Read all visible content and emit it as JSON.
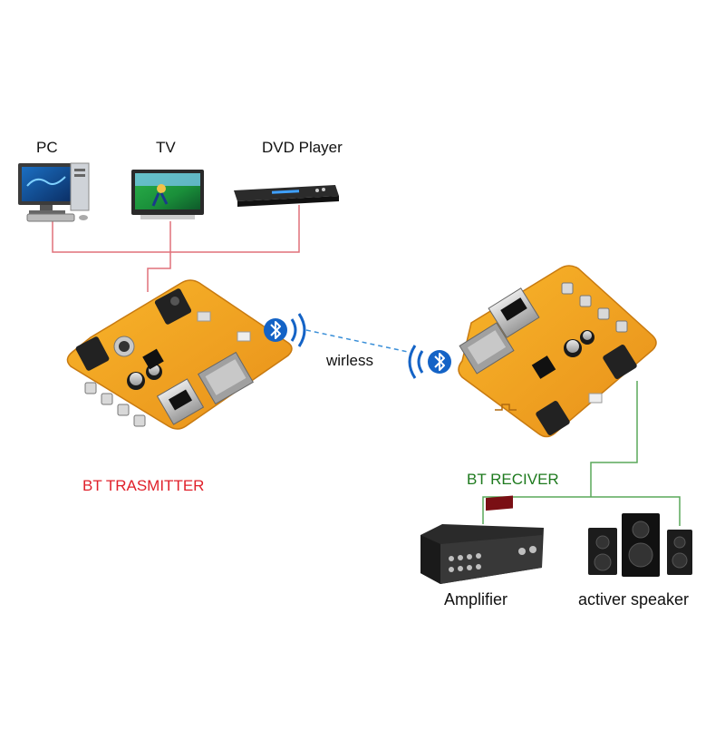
{
  "sources": {
    "pc": "PC",
    "tv": "TV",
    "dvd": "DVD Player"
  },
  "link": {
    "wireless": "wirless"
  },
  "transmitter": {
    "label": "BT TRASMITTER"
  },
  "receiver": {
    "label": "BT RECIVER"
  },
  "outputs": {
    "amplifier": "Amplifier",
    "speaker": "activer speaker"
  },
  "colors": {
    "input_wire": "#e0707a",
    "output_wire": "#5aa85a",
    "wireless_line": "#3a8fd8",
    "bluetooth": "#1463c6",
    "pcb": "#f2a41a",
    "transmitter_text": "#e0202a",
    "receiver_text": "#1e7a1e"
  },
  "icons": [
    "desktop-pc-icon",
    "tv-icon",
    "dvd-player-icon",
    "bluetooth-icon",
    "amplifier-icon",
    "speaker-icon"
  ]
}
